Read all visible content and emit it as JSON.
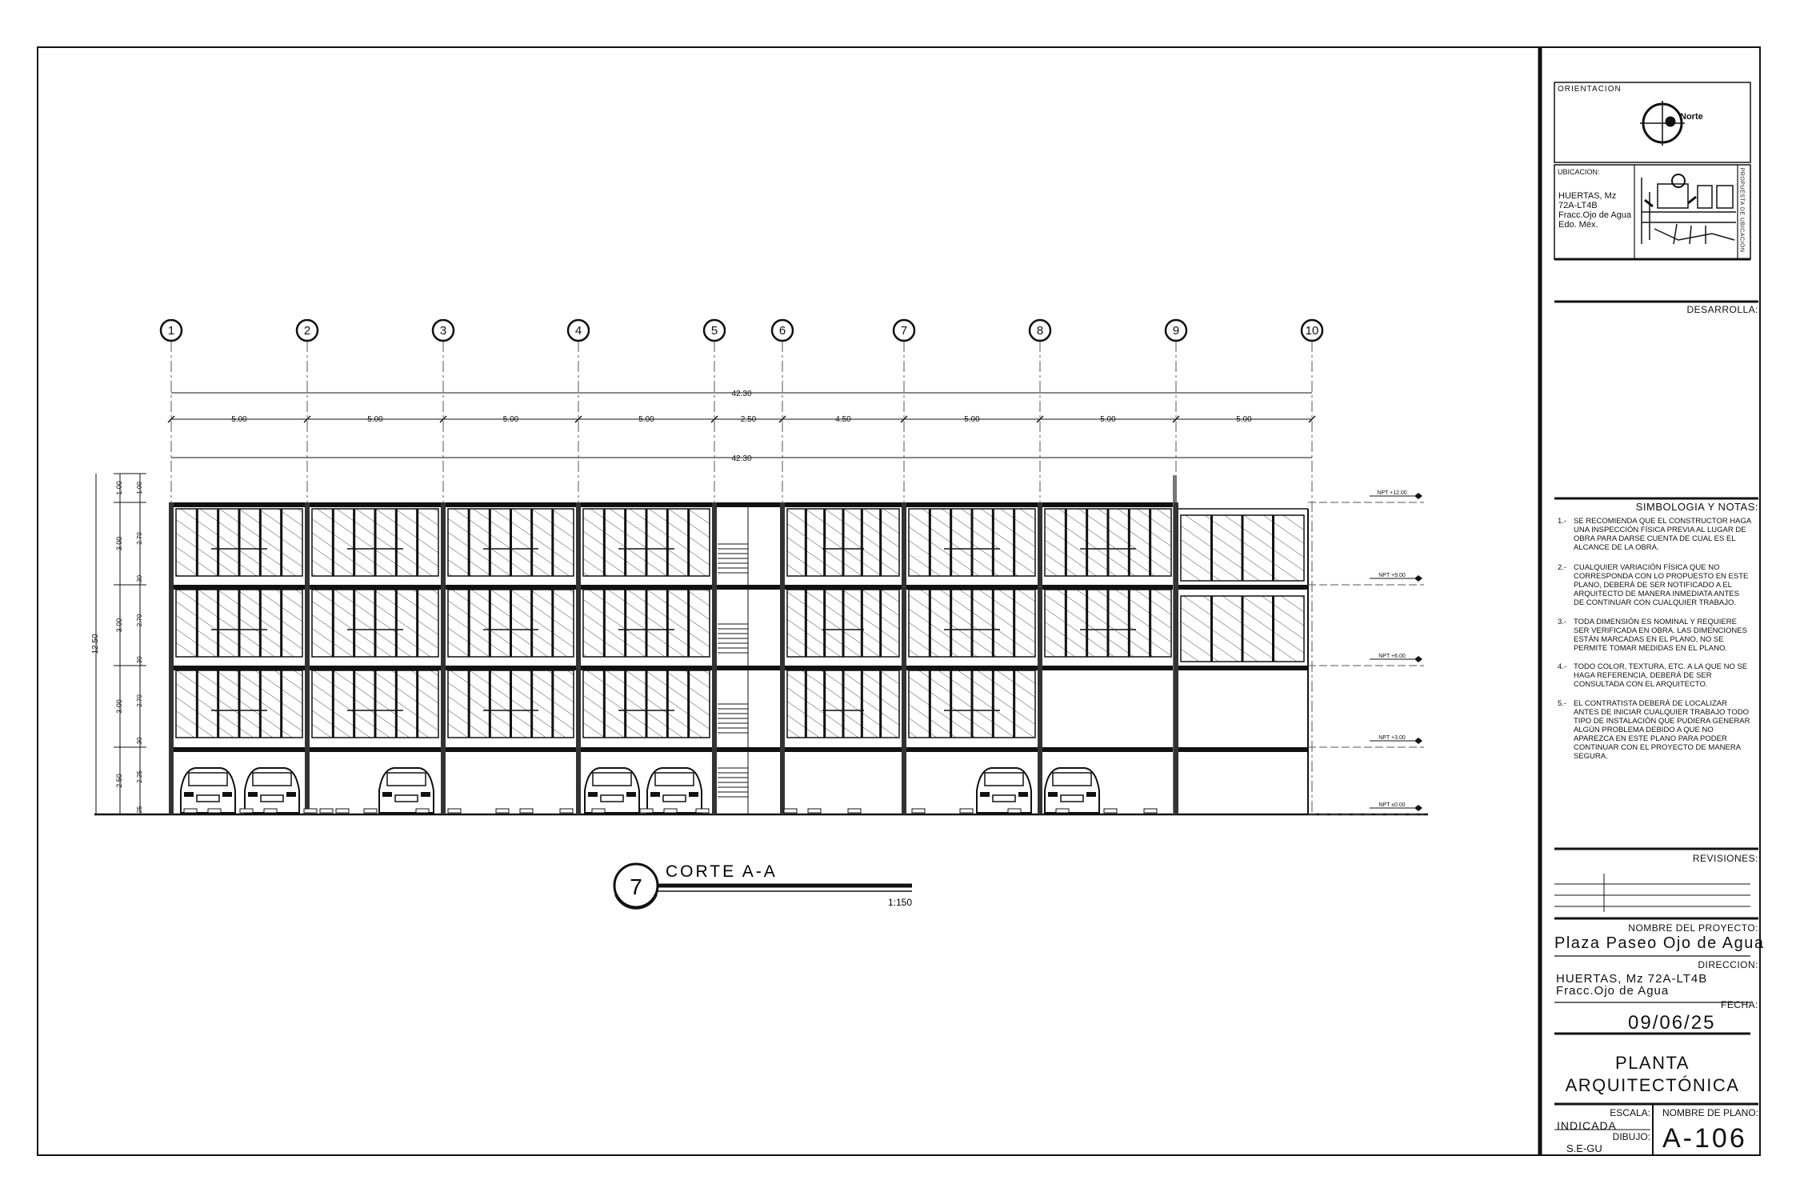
{
  "drawing": {
    "section_title": "CORTE A-A",
    "section_number": "7",
    "section_scale": "1:150",
    "grid_axes": [
      "1",
      "2",
      "3",
      "4",
      "5",
      "6",
      "7",
      "8",
      "9",
      "10"
    ],
    "overall_dimension": "42.30",
    "span_dimensions": [
      "5.00",
      "5.00",
      "5.00",
      "5.00",
      "2.50",
      "4.50",
      "5.00",
      "5.00",
      "5.00"
    ],
    "level_dims_left": [
      "12.50"
    ],
    "level_dims_a": [
      "1.00",
      "3.00",
      "3.00",
      "3.00",
      "2.50"
    ],
    "level_dims_b": [
      "1.00",
      "2.70",
      ".30",
      "2.70",
      ".30",
      "2.70",
      ".30",
      "2.25",
      ".25"
    ],
    "level_tags": [
      "NPT +12.00",
      "NPT +9.00",
      "NPT +6.00",
      "NPT +3.00",
      "NPT ±0.00"
    ]
  },
  "titleblock": {
    "orientation_label": "ORIENTACION",
    "north_label": "Norte",
    "location_label": "UBICACION:",
    "location_lines": [
      "HUERTAS, Mz",
      "72A-LT4B",
      "Fracc.Ojo de Agua",
      "Edo. Méx."
    ],
    "location_side_text": "PROPUESTA DE UBICACIÓN",
    "developer_label": "DESARROLLA:",
    "notes_title": "SIMBOLOGIA Y NOTAS:",
    "notes": [
      {
        "num": "1.-",
        "text": "SE RECOMIENDA QUE EL CONSTRUCTOR HAGA UNA INSPECCIÓN FÍSICA PREVIA AL LUGAR DE OBRA PARA DARSE CUENTA DE CUAL ES EL ALCANCE DE LA OBRA."
      },
      {
        "num": "2.-",
        "text": "CUALQUIER VARIACIÓN FÍSICA QUE NO CORRESPONDA CON LO PROPUESTO EN ESTE PLANO, DEBERÁ DE SER NOTIFICADO A EL ARQUITECTO DE MANERA INMEDIATA ANTES DE CONTINUAR CON CUALQUIER TRABAJO."
      },
      {
        "num": "3.-",
        "text": "TODA DIMENSIÓN ES NOMINAL Y REQUIERE SER VERIFICADA EN OBRA. LAS DIMENCIONES ESTÁN MARCADAS EN EL PLANO, NO SE PERMITE TOMAR MEDIDAS EN EL PLANO."
      },
      {
        "num": "4.-",
        "text": "TODO COLOR, TEXTURA, ETC. A LA QUE NO SE HAGA REFERENCIA, DEBERÁ DE SER CONSULTADA CON EL ARQUITECTO."
      },
      {
        "num": "5.-",
        "text": "EL CONTRATISTA DEBERÁ DE LOCALIZAR ANTES DE INICIAR CUALQUIER TRABAJO TODO TIPO DE INSTALACIÓN QUE PUDIERA GENERAR ALGÚN PROBLEMA DEBIDO A QUE NO APAREZCA EN ESTE PLANO PARA PODER CONTINUAR CON EL PROYECTO DE MANERA SEGURA."
      }
    ],
    "revisions_label": "REVISIONES:",
    "project_name_label": "NOMBRE DEL PROYECTO:",
    "project_name": "Plaza Paseo Ojo de Agua",
    "address_label": "DIRECCION:",
    "address_lines": [
      "HUERTAS, Mz 72A-LT4B",
      "Fracc.Ojo de Agua"
    ],
    "date_label": "FECHA:",
    "date": "09/06/25",
    "sheet_title_lines": [
      "PLANTA",
      "ARQUITECTÓNICA"
    ],
    "scale_label": "ESCALA:",
    "scale_value": "INDICADA",
    "drawn_label": "DIBUJO:",
    "drawn_value": "S.E-GU",
    "sheet_number_label": "NOMBRE DE PLANO:",
    "sheet_number": "A-106"
  }
}
